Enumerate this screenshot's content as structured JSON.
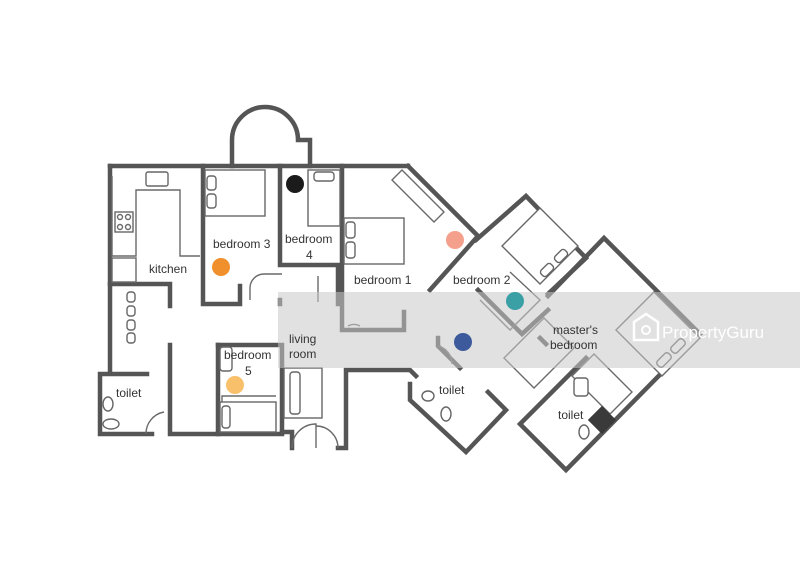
{
  "rooms": {
    "kitchen": "kitchen",
    "bedroom3": "bedroom 3",
    "bedroom4_line1": "bedroom",
    "bedroom4_line2": "4",
    "bedroom1": "bedroom 1",
    "bedroom2": "bedroom 2",
    "master_line1": "master's",
    "master_line2": "bedroom",
    "living_line1": "living",
    "living_line2": "room",
    "bedroom5_line1": "bedroom",
    "bedroom5_line2": "5",
    "toilet_left": "toilet",
    "toilet_center": "toilet",
    "toilet_master": "toilet"
  },
  "watermark": {
    "brand": "PropertyGuru"
  },
  "colors": {
    "wall": "#555555",
    "marker_black": "#1b1b1b",
    "marker_salmon": "#f4a08c",
    "marker_orange": "#f0902c",
    "marker_teal": "#3aa0a6",
    "marker_navy": "#3d5a9c",
    "marker_yellow": "#f8c06a",
    "watermark_band": "#c8c8c8"
  }
}
